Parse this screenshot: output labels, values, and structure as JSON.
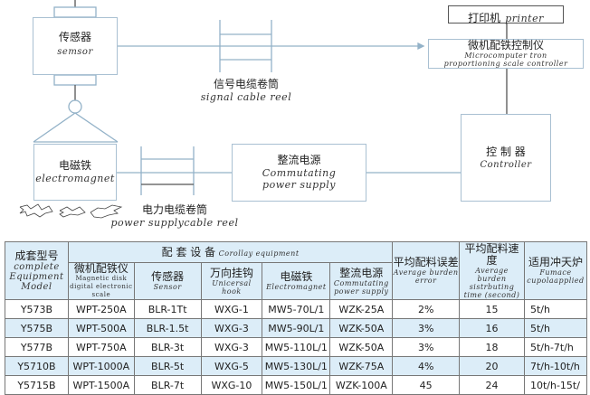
{
  "diagram": {
    "sensor": {
      "zh": "传感器",
      "en": "semsor"
    },
    "signal_reel": {
      "zh": "信号电缆卷筒",
      "en": "signal cable reel"
    },
    "printer": {
      "zh": "打印机",
      "en": "printer"
    },
    "micro": {
      "zh": "微机配铁控制仪",
      "en1": "Microcomputer tron",
      "en2": "proportioning scale controller"
    },
    "controller": {
      "zh": "控 制 器",
      "en": "Controller"
    },
    "electromagnet": {
      "zh": "电磁铁",
      "en": "electromagnet"
    },
    "power_reel": {
      "zh": "电力电缆卷筒",
      "en": "power supplycable reel"
    },
    "commutating": {
      "zh": "整流电源",
      "en1": "Commutating",
      "en2": "power supply"
    }
  },
  "table": {
    "model": {
      "zh": "成套型号",
      "en1": "complete",
      "en2": "Equipment",
      "en3": "Model"
    },
    "group": {
      "zh": "配 套 设 备",
      "en": "Corollay equipment"
    },
    "cols": [
      {
        "zh": "微机配铁仪",
        "en": "Magnetic disk digital electronic scale"
      },
      {
        "zh": "传感器",
        "en": "Sensor"
      },
      {
        "zh": "万向挂钩",
        "en": "Unicersal hook"
      },
      {
        "zh": "电磁铁",
        "en": "Electromagnet"
      },
      {
        "zh": "整流电源",
        "en": "Commutating power supply"
      },
      {
        "zh": "平均配料误差",
        "en": "Average burden error"
      },
      {
        "zh": "平均配料速度",
        "en": "Average burden sistrbuting time (second)"
      },
      {
        "zh": "适用冲天炉",
        "en": "Fumace cupolaapplied"
      }
    ],
    "rows": [
      [
        "Y573B",
        "WPT-250A",
        "BLR-1Tt",
        "WXG-1",
        "MW5-70L/1",
        "WZK-25A",
        "2%",
        "15",
        "5t/h"
      ],
      [
        "Y575B",
        "WPT-500A",
        "BLR-1.5t",
        "WXG-3",
        "MW5-90L/1",
        "WZK-50A",
        "3%",
        "16",
        "5t/h"
      ],
      [
        "Y577B",
        "WPT-750A",
        "BLR-3t",
        "WXG-3",
        "MW5-110L/1",
        "WZK-50A",
        "3%",
        "18",
        "5t/h-7t/h"
      ],
      [
        "Y5710B",
        "WPT-1000A",
        "BLR-5t",
        "WXG-5",
        "MW5-130L/1",
        "WZK-75A",
        "4%",
        "20",
        "7t/h-10t/h"
      ],
      [
        "Y5715B",
        "WPT-1500A",
        "BLR-7t",
        "WXG-10",
        "MW5-150L/1",
        "WZK-100A",
        "45",
        "24",
        "10t/h-15t/"
      ]
    ]
  }
}
